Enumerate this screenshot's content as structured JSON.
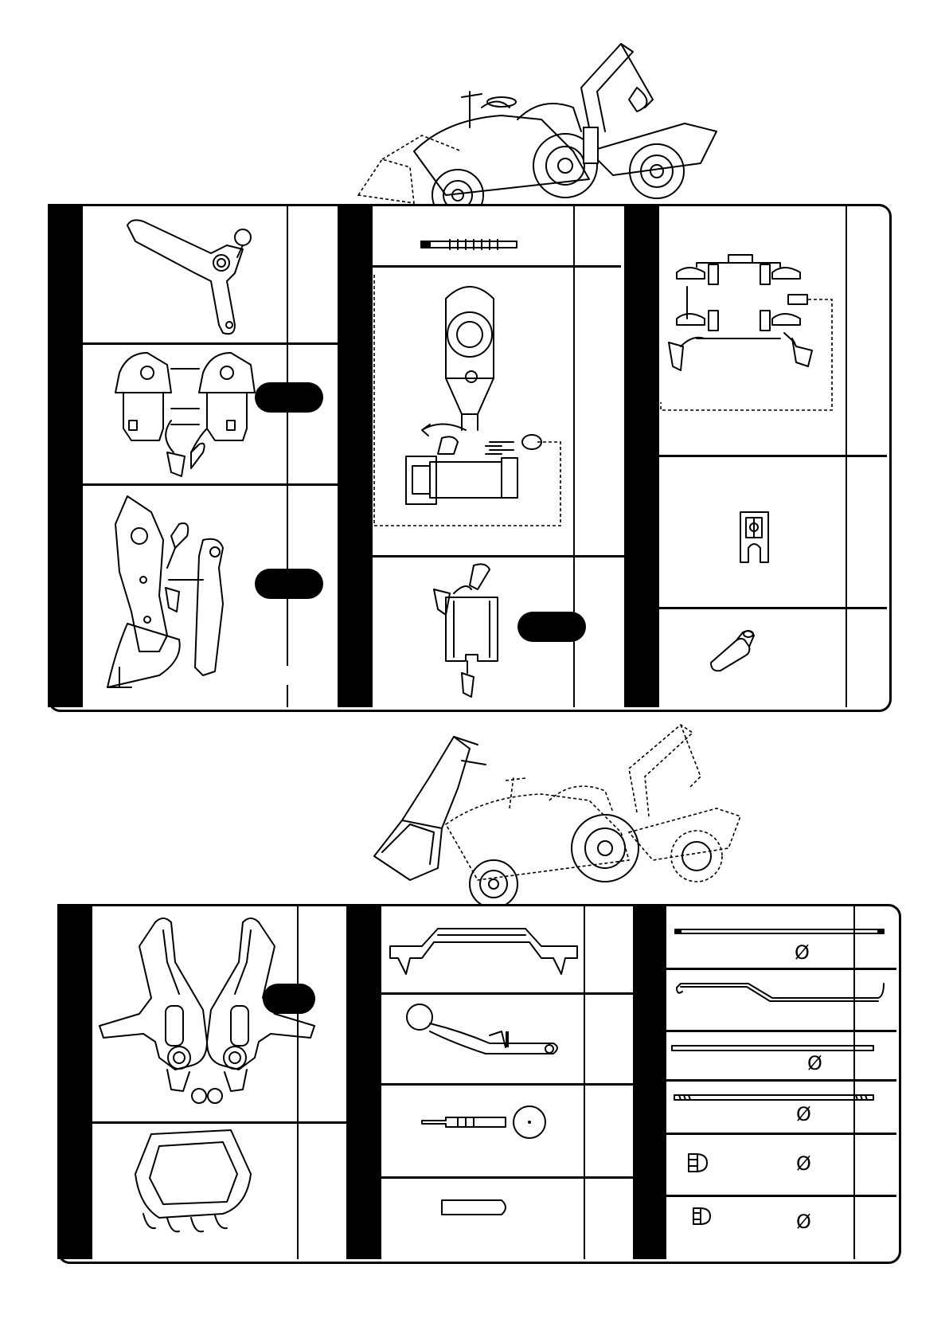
{
  "page": {
    "title": "",
    "background": "#ffffff",
    "ink": "#000000"
  },
  "symbols": {
    "diameter": "Ø"
  },
  "sheet_top": {
    "illustration": "tractor-with-loader-and-backhoe-trailer",
    "parts": [
      {
        "drawing": "backhoe-arm-with-knob-handle"
      },
      {
        "drawing": "twin-seat-bracket-with-screwdriver"
      },
      {
        "drawing": "loader-side-plates-with-bucket"
      },
      {
        "drawing": "threaded-rod"
      },
      {
        "drawing": "seat-pivot-with-cylinder-and-lever"
      },
      {
        "drawing": "rectangular-frame-with-screwdriver"
      },
      {
        "drawing": "four-bracket-frame-with-pin"
      },
      {
        "drawing": "u-clip"
      },
      {
        "drawing": "pin"
      }
    ]
  },
  "sheet_bottom": {
    "illustration": "tractor-with-front-bucket-and-backhoe-trailer",
    "parts": [
      {
        "drawing": "pair-of-loader-arms"
      },
      {
        "drawing": "loader-bucket"
      },
      {
        "drawing": "cross-bar"
      },
      {
        "drawing": "lever-with-knob"
      },
      {
        "drawing": "piston-rod-with-disc"
      },
      {
        "drawing": "bolt-shaft"
      },
      {
        "drawing": "long-rod",
        "symbol": "Ø"
      },
      {
        "drawing": "bent-rod"
      },
      {
        "drawing": "flat-rod",
        "symbol": "Ø"
      },
      {
        "drawing": "threaded-rod",
        "symbol": "Ø"
      },
      {
        "drawing": "cap-nut",
        "symbol": "Ø"
      },
      {
        "drawing": "hex-cap-nut",
        "symbol": "Ø"
      }
    ]
  }
}
